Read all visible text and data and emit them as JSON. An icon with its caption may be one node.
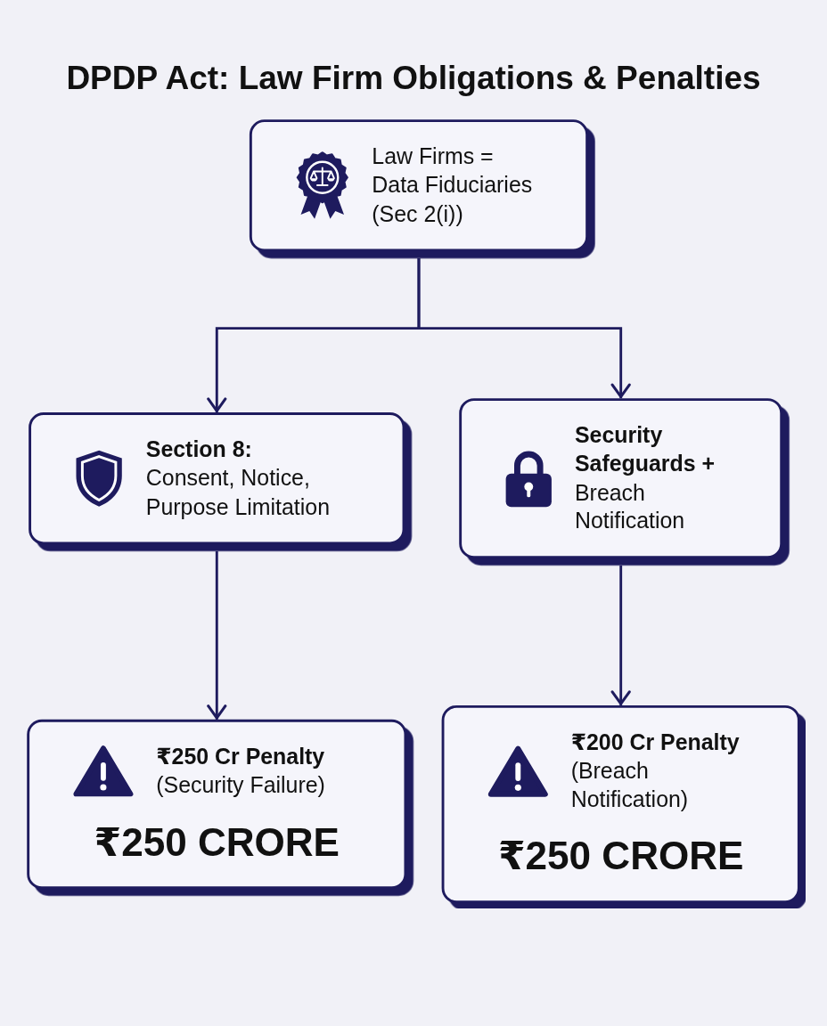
{
  "diagram": {
    "title": "DPDP Act: Law Firm Obligations & Penalties",
    "nodes": [
      {
        "text": [
          "Law Firms = Data Fiduciaries (Sec 2(i))"
        ]
      },
      {
        "text": [
          "Section 8:",
          "Consent, Notice, Purpose Limitation"
        ]
      },
      {
        "text": [
          "Security Safeguards +",
          "Breach Notification"
        ]
      },
      {
        "text": [
          "₹250 Cr Penalty",
          "(Security Failure)",
          "₹250 CRORE"
        ]
      },
      {
        "text": [
          "₹200 Cr Penalty",
          "(Breach Notification)",
          "₹250 CRORE"
        ]
      }
    ],
    "edges": [
      {
        "from": 0,
        "to": 1,
        "arrow": "to"
      },
      {
        "from": 0,
        "to": 2,
        "arrow": "to"
      },
      {
        "from": 1,
        "to": 3,
        "arrow": "to"
      },
      {
        "from": 2,
        "to": 4,
        "arrow": "to"
      }
    ]
  }
}
